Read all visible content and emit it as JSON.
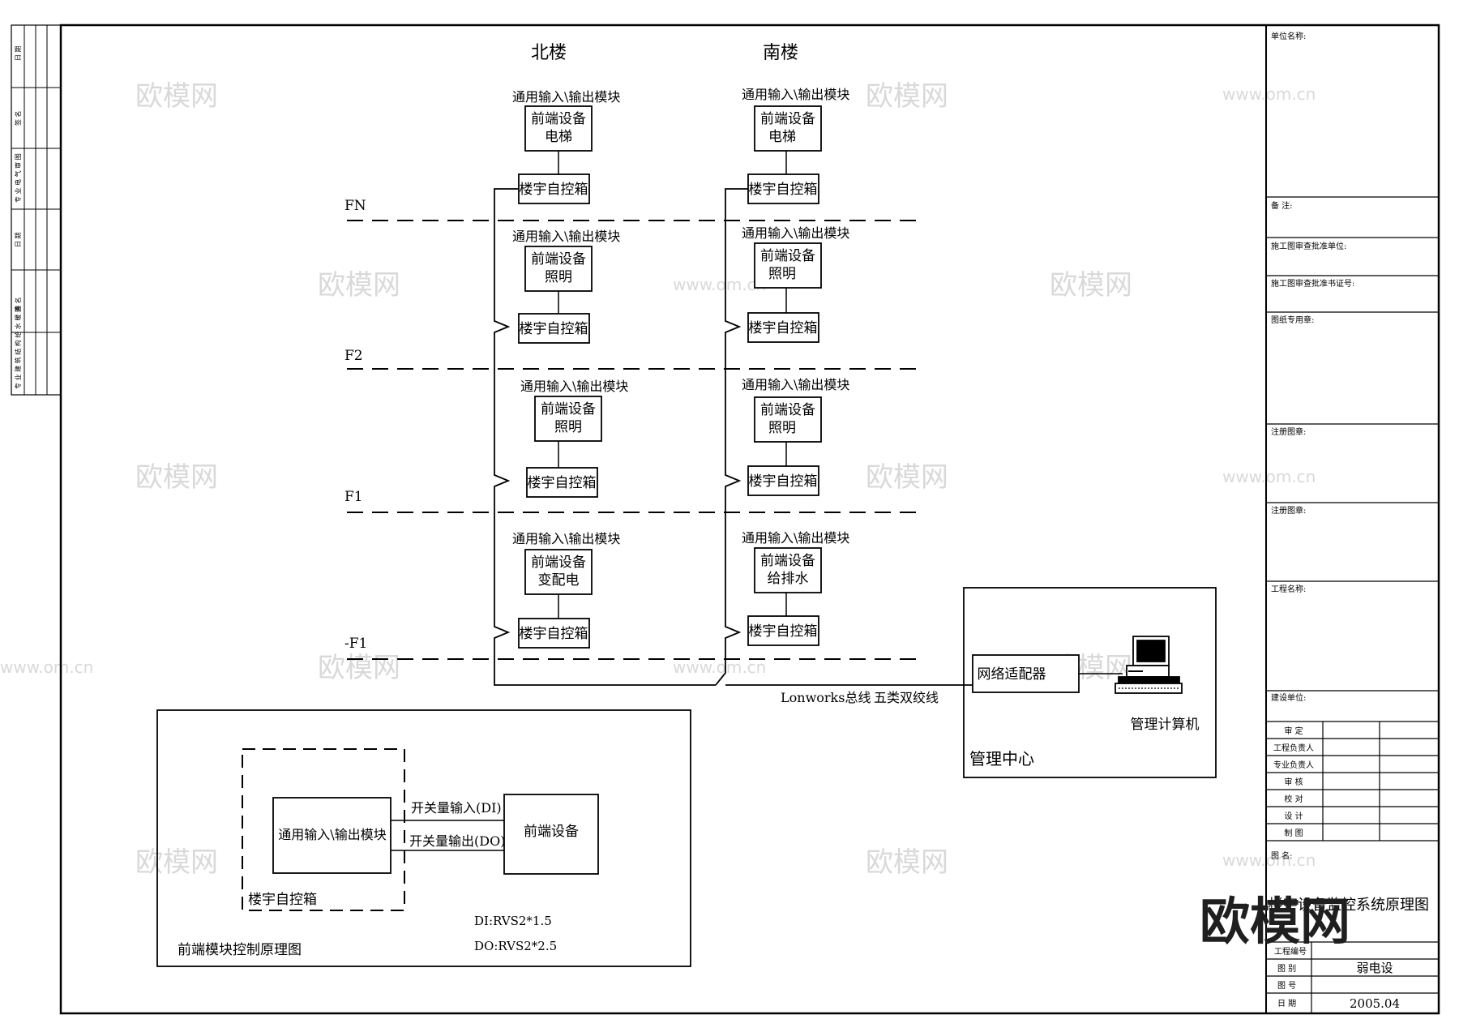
{
  "buildings": {
    "north": "北楼",
    "south": "南楼"
  },
  "floors": {
    "fn": "FN",
    "f2": "F2",
    "f1": "F1",
    "b1": "-F1"
  },
  "module_label": "通用输入\\输出模块",
  "front_device_label": "前端设备",
  "control_box_label": "楼宇自控箱",
  "north_devices": {
    "fn": "电梯",
    "f2": "照明",
    "f1": "照明",
    "b1": "变配电"
  },
  "south_devices": {
    "fn": "电梯",
    "f2": "照明",
    "f1": "照明",
    "b1": "给排水"
  },
  "bus": {
    "lonworks": "Lonworks总线",
    "cable": "五类双绞线"
  },
  "center": {
    "title": "管理中心",
    "adapter": "网络适配器",
    "computer": "管理计算机"
  },
  "detail": {
    "title": "前端模块控制原理图",
    "box_label": "楼宇自控箱",
    "module": "通用输入\\输出模块",
    "device": "前端设备",
    "di_label": "开关量输入(DI)",
    "do_label": "开关量输出(DO)",
    "di_spec": "DI:RVS2*1.5",
    "do_spec": "DO:RVS2*2.5"
  },
  "title_block": {
    "unit_name": "单位名称:",
    "remarks": "备  注:",
    "review_unit": "施工图审查批准单位:",
    "review_cert": "施工图审查批准书证号:",
    "drawing_seal": "图纸专用章:",
    "reg_seal_1": "注册图章:",
    "reg_seal_2": "注册图章:",
    "project_name": "工程名称:",
    "client": "建设单位:",
    "approve": "审  定",
    "project_lead": "工程负责人",
    "discipline_lead": "专业负责人",
    "check": "审  核",
    "proof": "校  对",
    "design": "设  计",
    "draft": "制  图",
    "drawing_name_label": "图  名:",
    "drawing_name": "楼宇设备监控系统原理图",
    "project_no": "工程编号",
    "category_label": "图  别",
    "category": "弱电设",
    "drawing_no": "图  号",
    "date_label": "日  期",
    "date": "2005.04"
  },
  "left_strip": [
    "日 期",
    "签 名",
    "专 业 电 气 审 图",
    "日 期",
    "签 名",
    "专 业 建 筑 结 构 给 水 暖 通"
  ],
  "watermarks": {
    "logo": "欧模网",
    "url": "www.om.cn"
  }
}
